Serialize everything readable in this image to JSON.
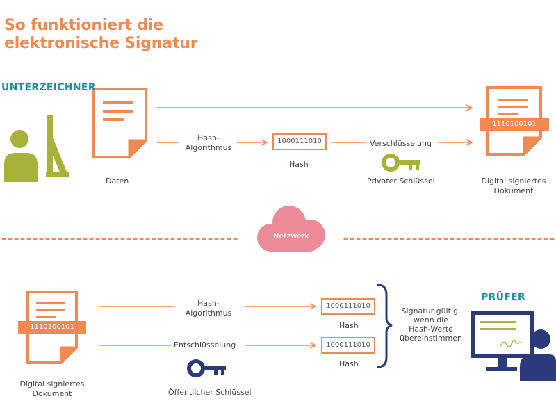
{
  "title": {
    "line1": "So funktioniert die",
    "line2": "elektronische Signatur"
  },
  "signer": {
    "label": "UNTERZEICHNER"
  },
  "verifier": {
    "label": "PRÜFER"
  },
  "top_flow": {
    "data_label": "Daten",
    "hash_algorithm_label": "Hash-\nAlgorithmus",
    "hash_value": "1000111010",
    "hash_label": "Hash",
    "encryption_label": "Verschlüsselung",
    "private_key_label": "Privater Schlüssel",
    "signed_doc_value": "1110100101",
    "signed_doc_label": "Digital signiertes\nDokument"
  },
  "network": {
    "label": "Netzwerk"
  },
  "bottom_flow": {
    "signed_doc_value": "1110100101",
    "signed_doc_label": "Digital signiertes\nDokument",
    "hash_algorithm_label": "Hash-\nAlgorithmus",
    "hash_value_1": "1000111010",
    "hash_label_1": "Hash",
    "decryption_label": "Entschlüsselung",
    "hash_value_2": "1000111010",
    "hash_label_2": "Hash",
    "public_key_label": "Öffentlicher Schlüssel",
    "result_label": "Signatur gültig,\nwenn die\nHash-Werte\nübereinstimmen"
  },
  "colors": {
    "accent": "#f08a52",
    "teal": "#1f8fa3",
    "olive": "#a8b23a",
    "navy": "#2b3a7a",
    "pink": "#ec8a98"
  },
  "icons": [
    "user-icon",
    "monitor-icon",
    "document-icon",
    "key-icon",
    "cloud-icon",
    "brace-icon"
  ]
}
